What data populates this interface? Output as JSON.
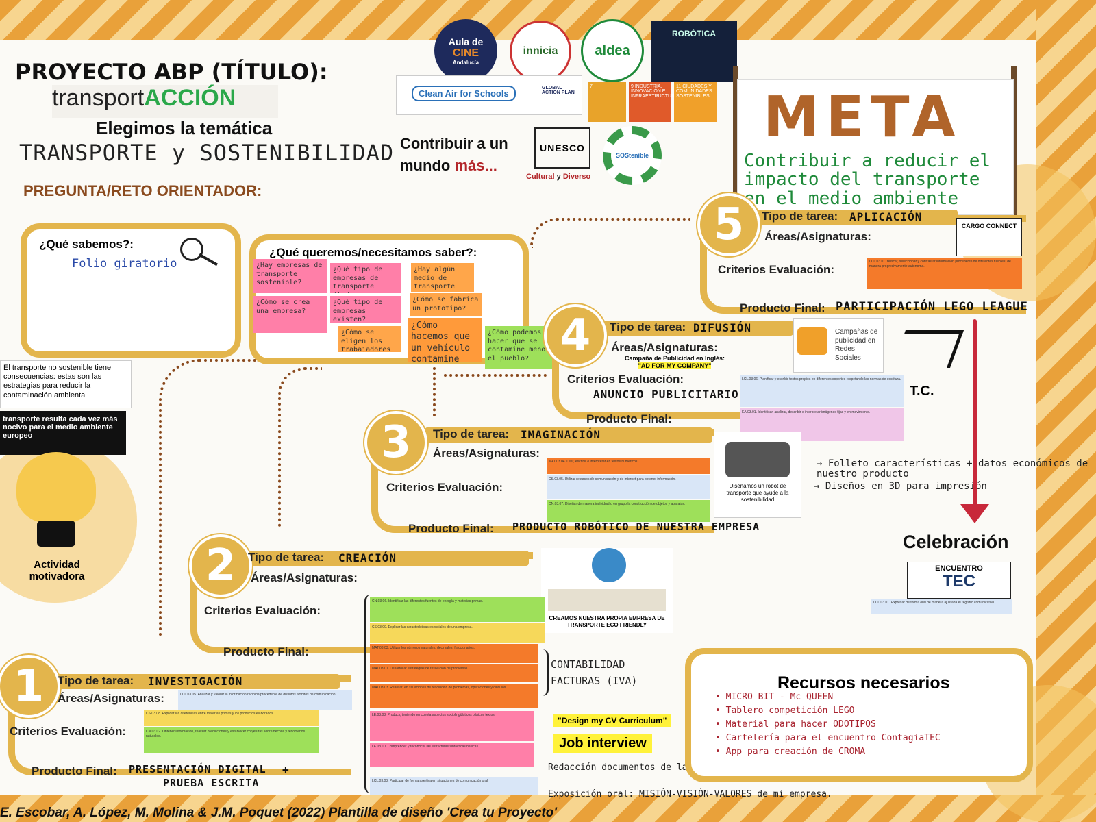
{
  "header": {
    "project_title": "PROYECTO ABP (TÍTULO):",
    "project_name_part1": "transport",
    "project_name_part2": "ACCIÓN",
    "theme_heading": "Elegimos la temática",
    "theme_handwritten": "TRANSPORTE y SOSTENIBILIDAD",
    "guiding_question": "PREGUNTA/RETO ORIENTADOR:"
  },
  "logos": {
    "aula_de_cine": "Aula de",
    "aula_cine_word": "CINE",
    "andalucia": "Andalucía",
    "innicia": "innicia",
    "aldea": "aldea",
    "robotica": "ROBÓTICA",
    "clean_air": "Clean Air for Schools",
    "global_action_plan": "GLOBAL ACTION PLAN",
    "sdg7": "7",
    "sdg9": "9 INDUSTRIA, INNOVACIÓN E INFRAESTRUCTURA",
    "sdg11": "11 CIUDADES Y COMUNIDADES SOSTENIBLES"
  },
  "center": {
    "contribute_line1": "Contribuir a un",
    "contribute_line2": "mundo",
    "contribute_line2_highlight": "más...",
    "unesco": "UNESCO",
    "cultural": "Cultural",
    "y": "y",
    "diverso": "Diverso",
    "sostenible": "SOStenible"
  },
  "meta": {
    "title": "META",
    "goal": "Contribuir a reducir el impacto del transporte en el medio ambiente"
  },
  "labels": {
    "task_type": "Tipo de tarea:",
    "areas": "Áreas/Asignaturas:",
    "criteria": "Criterios Evaluación:",
    "final_product": "Producto Final:"
  },
  "know": {
    "title": "¿Qué sabemos?:",
    "handwritten": "Folio giratorio"
  },
  "want": {
    "title": "¿Qué queremos/necesitamos saber?:",
    "stickies": [
      "¿Hay empresas de transporte sostenible?",
      "¿Qué tipo de empresas de transporte (todas generan dinero)?",
      "¿Cómo se crea una empresa?",
      "¿Qué tipo de empresas existen?",
      "¿Cómo se eligen los trabajadores de una empresa?",
      "¿Hay algún medio de transporte que no contamine nada?",
      "¿Cómo se fabrica un prototipo?",
      "¿Cómo hacemos que un vehículo contamine menos?",
      "¿Cómo podemos hacer que se contamine menos el pueblo?"
    ]
  },
  "side": {
    "clip1": "El transporte no sostenible tiene consecuencias: estas son las estrategias para reducir la contaminación ambiental",
    "clip2": "transporte resulta cada vez más nocivo para el medio ambiente europeo",
    "motivating": "Actividad motivadora"
  },
  "phases": {
    "5": {
      "number": "5",
      "task": "APLICACIÓN",
      "note": "LCL.03.01. Buscar, seleccionar y contrastar información procedente de diferentes fuentes, de manera progresivamente autónoma.",
      "badge": "CARGO CONNECT",
      "final": "PARTICIPACIÓN LEGO LEAGUE"
    },
    "4": {
      "number": "4",
      "task": "DIFUSIÓN",
      "campaign": "Campaña de Publicidad en Inglés:",
      "campaign_sub": "\"AD FOR MY COMPANY\"",
      "criteria_value": "ANUNCIO PUBLICITARIO",
      "note1": "LCL.03.06. Planificar y escribir textos propios en diferentes soportes respetando las normas de escritura.",
      "note2": "EA.03.01. Identificar, analizar, describir e interpretar imágenes fijas y en movimiento.",
      "social": "Campañas de publicidad en Redes Sociales",
      "tc": "T.C."
    },
    "3": {
      "number": "3",
      "task": "IMAGINACIÓN",
      "note1": "MAT.03.04. Leer, escribir e interpretar en textos numéricos.",
      "note2": "CS.03.05. Utilizar recursos de comunicación y de internet para obtener información.",
      "note3": "CN.03.07. Diseñar de manera individual o en grupo la construcción de objetos y aparatos.",
      "final": "PRODUCTO ROBÓTICO DE NUESTRA EMPRESA",
      "robot_caption": "Diseñamos un robot de transporte que ayude a la sostenibilidad",
      "output1": "→ Folleto características + datos económicos de nuestro producto",
      "output2": "→ Diseños en 3D para impresión"
    },
    "2": {
      "number": "2",
      "task": "CREACIÓN",
      "eco_caption": "CREAMOS NUESTRA PROPIA EMPRESA DE TRANSPORTE ECO FRIENDLY",
      "notes": [
        "CN.03.06. Identificar las diferentes fuentes de energía y materias primas.",
        "CS.03.09. Explicar las características esenciales de una empresa.",
        "MAT.03.03. Utilizar los números naturales, decimales, fraccionarios.",
        "MAT.03.01. Desarrollar estrategias de resolución de problemas.",
        "MAT.03.03. Realizar, en situaciones de resolución de problemas, operaciones y cálculos.",
        "LE.03.08. Producir, teniendo en cuenta aspectos sociolingüísticos básicos textos.",
        "LE.03.10. Comprender y reconocer las estructuras sintácticas básicas.",
        "LCL.03.03. Participar de forma asertiva en situaciones de comunicación oral."
      ],
      "out_accounting": "CONTABILIDAD",
      "out_invoices": "FACTURAS (IVA)",
      "cv": "\"Design my CV Curriculum\"",
      "job": "Job interview",
      "statutes": "Redacción documentos de la empresa (ESTATUTOS)",
      "oral": "Exposición oral: MISIÓN-VISIÓN-VALORES de mi empresa."
    },
    "1": {
      "number": "1",
      "task": "INVESTIGACIÓN",
      "notes": [
        "LCL.03.05. Analizar y valorar la información recibida procedente de distintos ámbitos de comunicación.",
        "CS.03.08. Explicar las diferencias entre materias primas y los productos elaborados.",
        "CN.03.02. Obtener información, realizar predicciones y establecer conjeturas sobre hechos y fenómenos naturales."
      ],
      "final": "PRESENTACIÓN DIGITAL",
      "plus": "+",
      "final2": "PRUEBA ESCRITA"
    }
  },
  "celebration": {
    "title": "Celebración",
    "encuentro": "ENCUENTRO",
    "tec": "TEC",
    "note": "LCL.03.01. Expresar de forma oral de manera ajustada el registro comunicativo."
  },
  "resources": {
    "title": "Recursos necesarios",
    "items": [
      "• MICRO BIT - Mc QUEEN",
      "• Tablero competición LEGO",
      "• Material para hacer ODOTIPOS",
      "• Cartelería para el encuentro ContagiaTEC",
      "• App para creación de CROMA"
    ]
  },
  "footer": {
    "credit": "E. Escobar, A. López, M. Molina & J.M. Poquet (2022) Plantilla de diseño 'Crea tu Proyecto'"
  }
}
